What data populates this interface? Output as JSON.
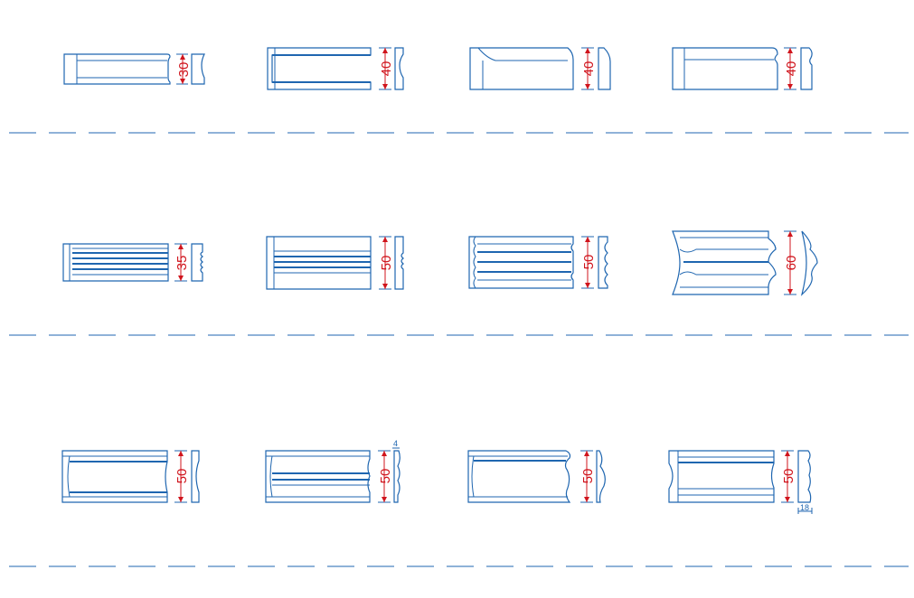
{
  "rows": [
    {
      "profiles": [
        {
          "dimension": "30"
        },
        {
          "dimension": "40"
        },
        {
          "dimension": "40"
        },
        {
          "dimension": "40"
        }
      ]
    },
    {
      "profiles": [
        {
          "dimension": "35"
        },
        {
          "dimension": "50"
        },
        {
          "dimension": "50"
        },
        {
          "dimension": "60"
        }
      ]
    },
    {
      "profiles": [
        {
          "dimension": "50"
        },
        {
          "dimension": "50",
          "note": "4"
        },
        {
          "dimension": "50"
        },
        {
          "dimension": "50",
          "note": "18"
        }
      ]
    }
  ],
  "colors": {
    "outline": "#1f66b0",
    "dimension": "#d0141c",
    "background": "#ffffff"
  }
}
